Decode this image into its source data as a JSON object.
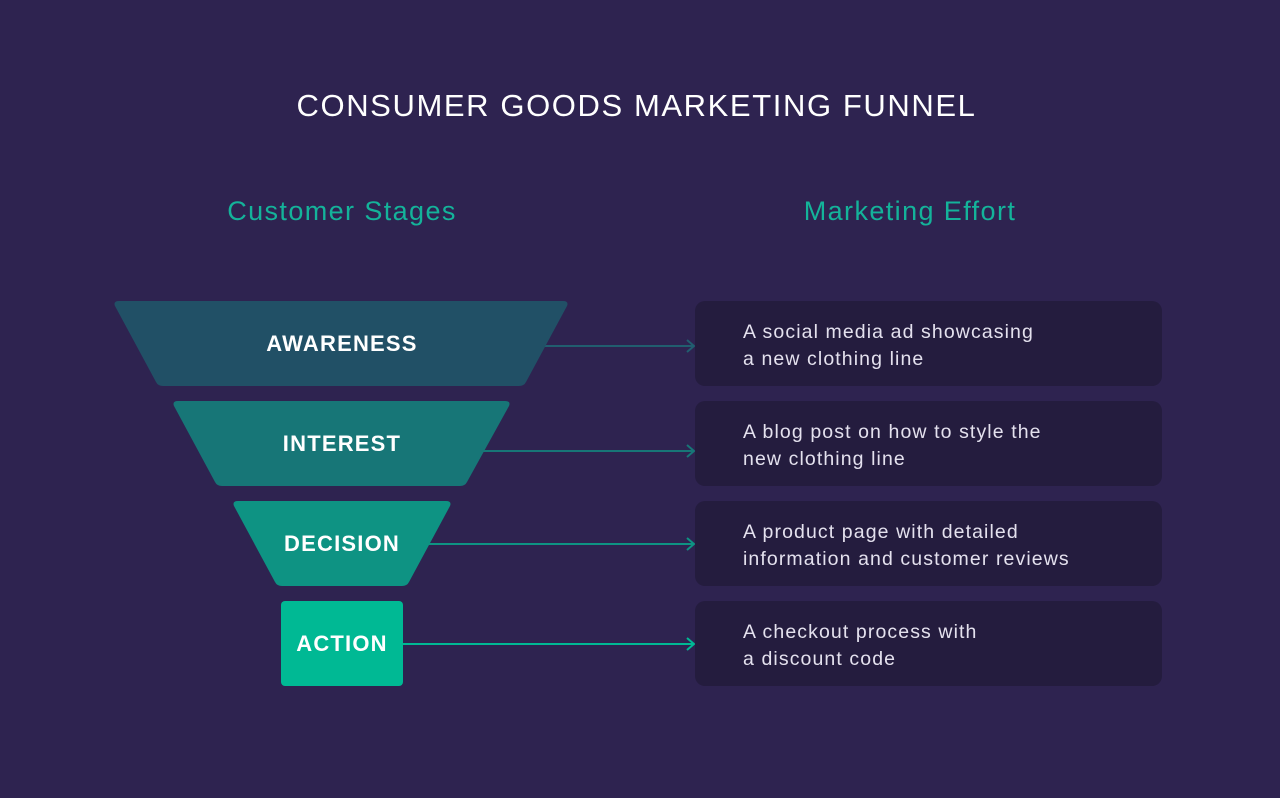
{
  "title": "CONSUMER GOODS MARKETING FUNNEL",
  "columns": {
    "left_heading": "Customer Stages",
    "right_heading": "Marketing Effort"
  },
  "colors": {
    "background": "#2e2350",
    "heading": "#14b39a",
    "card": "#241c3e",
    "awareness": "#215066",
    "interest": "#177677",
    "decision": "#0e9383",
    "action": "#00b994"
  },
  "stages": [
    {
      "label": "AWARENESS",
      "effort": "A social media ad showcasing\na new clothing line"
    },
    {
      "label": "INTEREST",
      "effort": "A blog post on how to style the\nnew clothing line"
    },
    {
      "label": "DECISION",
      "effort": "A product page with detailed\ninformation and customer reviews"
    },
    {
      "label": "ACTION",
      "effort": "A checkout process with\na discount code"
    }
  ]
}
